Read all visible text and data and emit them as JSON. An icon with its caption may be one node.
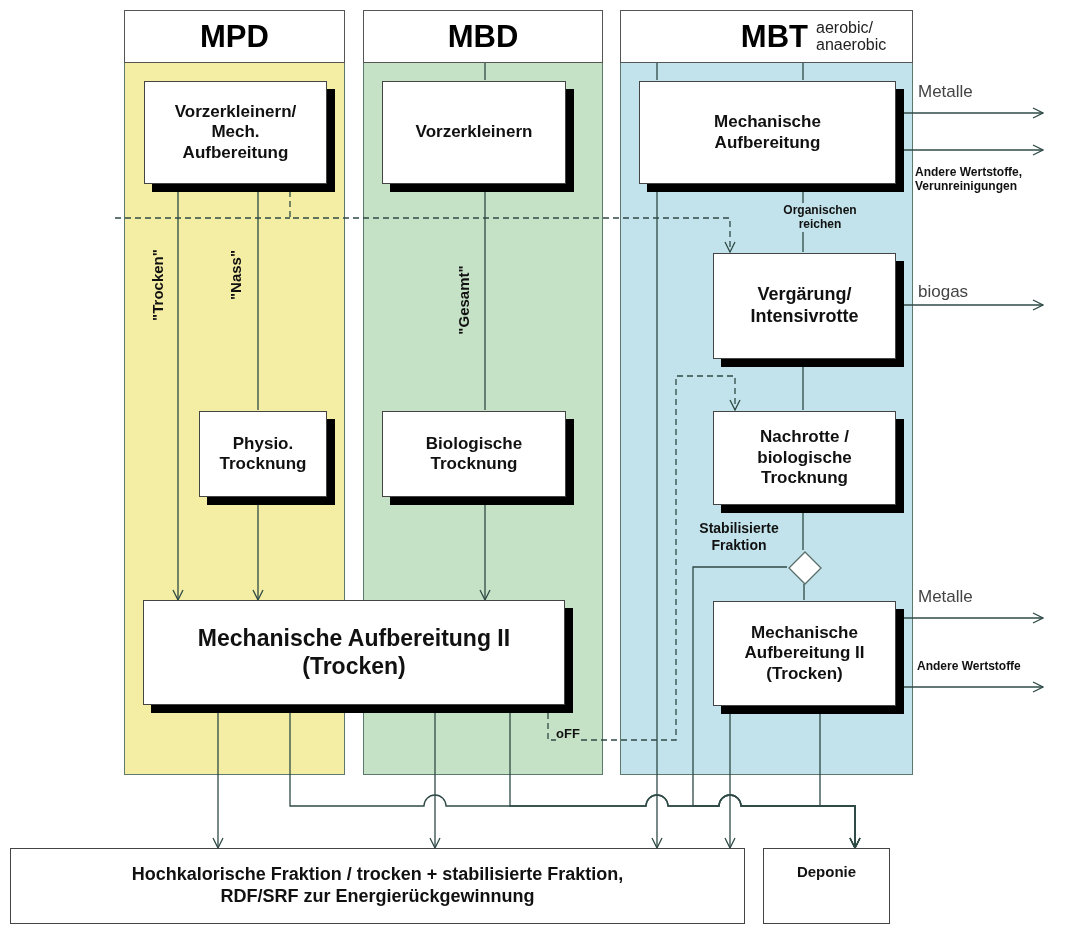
{
  "diagram": {
    "nodes": [
      {
        "text": [
          "MPD"
        ]
      },
      {
        "text": [
          "MBD"
        ]
      },
      {
        "text": [
          "MBT",
          "aerobic/ anaerobic"
        ]
      },
      {
        "text": [
          "Vorzerkleinern/ Mech. Aufbereitung"
        ],
        "in": 0
      },
      {
        "text": [
          "Physio. Trocknung"
        ],
        "in": 0
      },
      {
        "text": [
          "Mechanische Aufbereitung II (Trocken)"
        ]
      },
      {
        "text": [
          "Vorzerkleinern"
        ],
        "in": 1
      },
      {
        "text": [
          "Biologische Trocknung"
        ],
        "in": 1
      },
      {
        "text": [
          "Mechanische Aufbereitung"
        ],
        "in": 2
      },
      {
        "text": [
          "Vergärung/ Intensivrotte"
        ],
        "in": 2
      },
      {
        "text": [
          "Nachrotte / biologische Trocknung"
        ],
        "in": 2
      },
      {
        "text": [],
        "shape": "diamond",
        "in": 2
      },
      {
        "text": [
          "Mechanische Aufbereitung II (Trocken)"
        ],
        "in": 2
      },
      {
        "text": [
          "Hochkalorische Fraktion / trocken + stabilisierte Fraktion, RDF/SRF zur Energierückgewinnung"
        ]
      },
      {
        "text": [
          "Deponie"
        ]
      }
    ],
    "edges": [
      {
        "from": 3,
        "to": 5,
        "arrow": "to",
        "label": "\"Trocken\""
      },
      {
        "from": 3,
        "to": 4,
        "arrow": "none",
        "label": "\"Nass\""
      },
      {
        "from": 4,
        "to": 5,
        "arrow": "to"
      },
      {
        "from": 1,
        "to": 6,
        "arrow": "none"
      },
      {
        "from": 6,
        "to": 7,
        "arrow": "none",
        "label": "\"Gesamt\""
      },
      {
        "from": 7,
        "to": 5,
        "arrow": "to"
      },
      {
        "from": 2,
        "to": 8,
        "arrow": "none"
      },
      {
        "from": 2,
        "to": 8,
        "arrow": "none"
      },
      {
        "from": 8,
        "to": 9,
        "arrow": "none",
        "label": "Organischen reichen"
      },
      {
        "from": 3,
        "to": 9,
        "arrow": "to",
        "style": "dashed"
      },
      {
        "from": 8,
        "to": null,
        "arrow": "to",
        "label": "Metalle"
      },
      {
        "from": 8,
        "to": null,
        "arrow": "to",
        "label": "Andere Wertstoffe, Verunreinigungen"
      },
      {
        "from": 9,
        "to": null,
        "arrow": "to",
        "label": "biogas"
      },
      {
        "from": 9,
        "to": 10,
        "arrow": "none"
      },
      {
        "from": 5,
        "to": 10,
        "arrow": "to",
        "style": "dashed",
        "label": "oFF"
      },
      {
        "from": 10,
        "to": 11,
        "arrow": "none"
      },
      {
        "from": 11,
        "to": 12,
        "arrow": "none"
      },
      {
        "from": 12,
        "to": null,
        "arrow": "to",
        "label": "Metalle"
      },
      {
        "from": 12,
        "to": null,
        "arrow": "to",
        "label": "Andere Wertstoffe"
      },
      {
        "from": 5,
        "to": 13,
        "arrow": "to"
      },
      {
        "from": 5,
        "to": 13,
        "arrow": "to"
      },
      {
        "from": 8,
        "to": 13,
        "arrow": "to"
      },
      {
        "from": 12,
        "to": 13,
        "arrow": "to"
      },
      {
        "from": 5,
        "to": 14,
        "arrow": "to"
      },
      {
        "from": 5,
        "to": 14,
        "arrow": "to"
      },
      {
        "from": 11,
        "to": 14,
        "arrow": "to",
        "label": "Stabilisierte Fraktion"
      },
      {
        "from": 12,
        "to": 14,
        "arrow": "to"
      }
    ]
  }
}
